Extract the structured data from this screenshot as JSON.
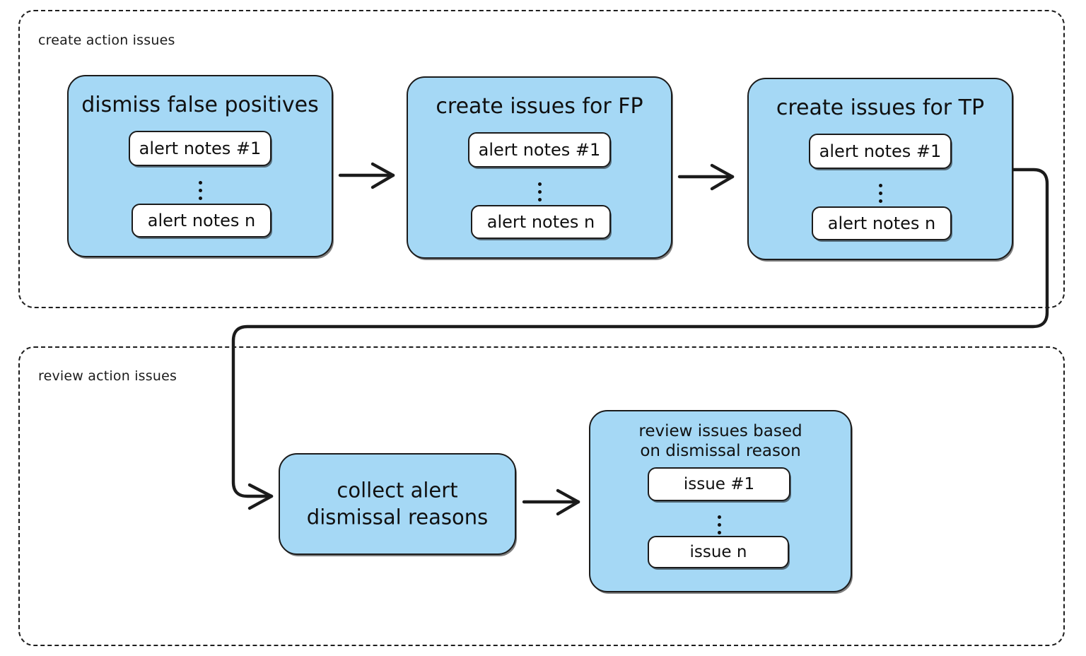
{
  "diagram": {
    "title": "create action issues / review action issues flow",
    "background": "#ffffff",
    "node_fill": "#a5d8f5",
    "chip_fill": "#ffffff",
    "stroke": "#1b1b1b"
  },
  "groups": [
    {
      "id": "create",
      "label": "create action issues"
    },
    {
      "id": "review",
      "label": "review action issues"
    }
  ],
  "nodes": {
    "dismiss_fp": {
      "title": "dismiss false positives",
      "items": [
        "alert notes #1",
        "alert notes n"
      ],
      "ellipsis": "⋮"
    },
    "issues_fp": {
      "title": "create issues for FP",
      "items": [
        "alert notes #1",
        "alert notes n"
      ],
      "ellipsis": "⋮"
    },
    "issues_tp": {
      "title": "create issues for TP",
      "items": [
        "alert notes #1",
        "alert notes n"
      ],
      "ellipsis": "⋮"
    },
    "collect_reasons": {
      "title": "collect alert\ndismissal reasons",
      "line1": "collect alert",
      "line2": "dismissal reasons"
    },
    "review_issues": {
      "title": "review issues based\non dismissal reason",
      "line1": "review issues based",
      "line2": "on dismissal reason",
      "items": [
        "issue #1",
        "issue n"
      ],
      "ellipsis": "⋮"
    }
  },
  "connectors": [
    {
      "from": "dismiss_fp",
      "to": "issues_fp",
      "kind": "arrow-right"
    },
    {
      "from": "issues_fp",
      "to": "issues_tp",
      "kind": "arrow-right"
    },
    {
      "from": "issues_tp",
      "to": "collect_reasons",
      "kind": "elbow-arrow"
    },
    {
      "from": "collect_reasons",
      "to": "review_issues",
      "kind": "arrow-right"
    }
  ]
}
